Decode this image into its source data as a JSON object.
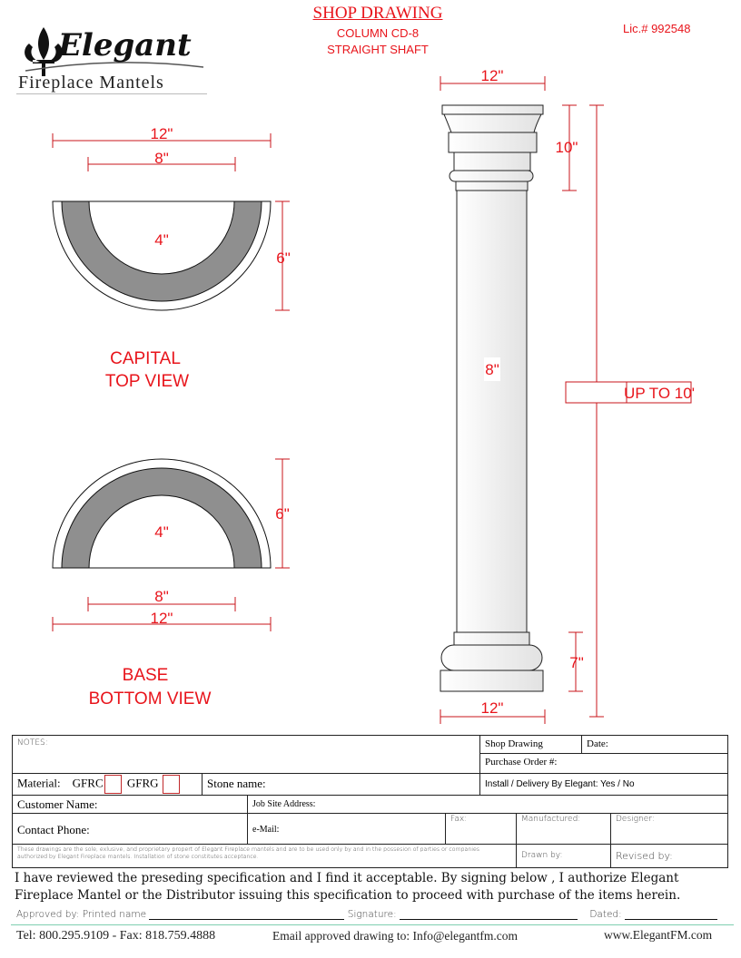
{
  "header": {
    "title": "SHOP DRAWING",
    "subtitle1": "COLUMN CD-8",
    "subtitle2": "STRAIGHT SHAFT",
    "license": "Lic.# 992548"
  },
  "logo": {
    "name": "Elegant",
    "tagline": "Fireplace Mantels"
  },
  "capital": {
    "outer": "12\"",
    "inner": "8\"",
    "depth": "4\"",
    "height": "6\"",
    "label1": "CAPITAL",
    "label2": "TOP VIEW"
  },
  "base": {
    "outer": "12\"",
    "inner": "8\"",
    "depth": "4\"",
    "height": "6\"",
    "label1": "BASE",
    "label2": "BOTTOM VIEW"
  },
  "column": {
    "top_width": "12\"",
    "capital_height": "10\"",
    "shaft_width": "8\"",
    "total_height": "UP TO 10'",
    "base_height": "7\"",
    "bottom_width": "12\""
  },
  "form": {
    "notes": "NOTES:",
    "shop_drawing": "Shop Drawing",
    "date": "Date:",
    "po": "Purchase Order #:",
    "material": "Material:",
    "gfrc": "GFRC",
    "gfrg": "GFRG",
    "stone": "Stone name:",
    "install": "Install / Delivery By Elegant: Yes  / No",
    "customer": "Customer Name:",
    "job_site": "Job Site Address:",
    "phone": "Contact Phone:",
    "email": "e-Mail:",
    "fax": "Fax:",
    "manufactured": "Manufactured:",
    "designer": "Designer:",
    "disclaimer": "These drawings are the sole, exlusive, and proprietary propert of Elegant Fireplace mantels and are to be used only by and in the possesion of parties or companies authorized by Elegant Fireplace mantels. Installation of stone constitutes acceptance.",
    "drawn_by": "Drawn by:",
    "revised_by": "Revised by:"
  },
  "approval": {
    "statement": "I have reviewed the preseding specification and I find it acceptable. By signing below , I authorize Elegant Fireplace Mantel or the Distributor issuing this specification to proceed with purchase of the items herein.",
    "approved_by": "Approved by:  Printed name",
    "signature": "Signature:",
    "dated": "Dated:"
  },
  "footer": {
    "phone": "Tel: 800.295.9109 - Fax: 818.759.4888",
    "email": "Email approved drawing to: Info@elegantfm.com",
    "website": "www.ElegantFM.com"
  }
}
